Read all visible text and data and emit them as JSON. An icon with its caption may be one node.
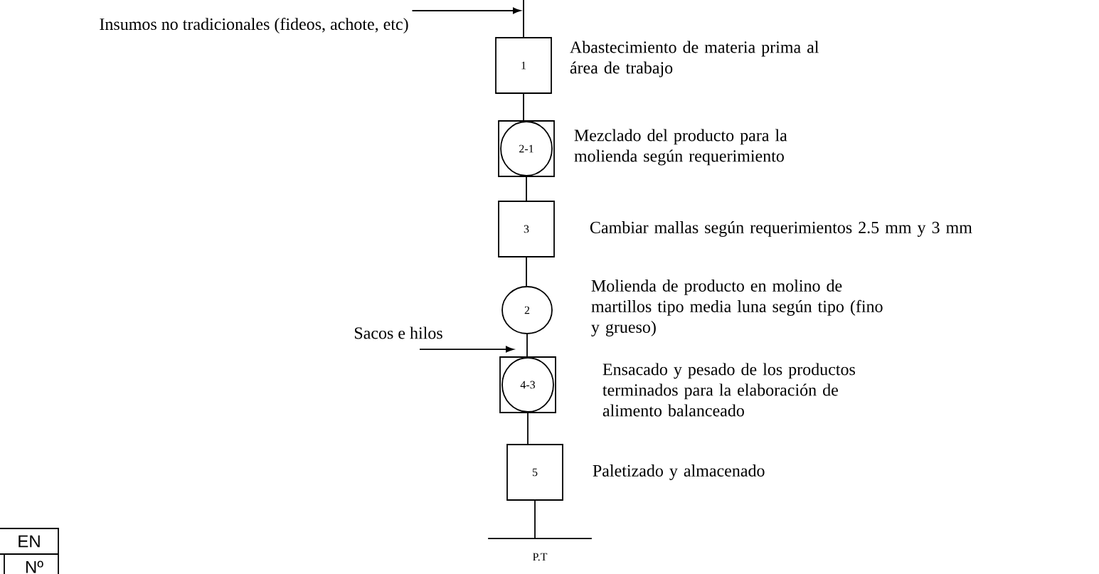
{
  "diagram": {
    "nodes": [
      {
        "text": [
          "Insumos no tradicionales (fideos, achote, etc)"
        ]
      },
      {
        "text": [
          "1"
        ],
        "beside": [
          "Abastecimiento de materia prima al área de trabajo"
        ]
      },
      {
        "text": [
          "2-1"
        ],
        "beside": [
          "Mezclado del producto para la molienda según requerimiento"
        ]
      },
      {
        "text": [
          "3"
        ],
        "beside": [
          "Cambiar mallas según requerimientos 2.5 mm y 3 mm"
        ]
      },
      {
        "text": [
          "2"
        ],
        "beside": [
          "Molienda de producto en molino de martillos tipo media luna según tipo (fino y grueso)"
        ]
      },
      {
        "text": [
          "Sacos e hilos"
        ]
      },
      {
        "text": [
          "4-3"
        ],
        "beside": [
          "Ensacado y pesado de los productos terminados para la elaboración de alimento balanceado"
        ]
      },
      {
        "text": [
          "5"
        ],
        "beside": [
          "Paletizado y almacenado"
        ]
      },
      {
        "text": [
          "P.T"
        ]
      }
    ],
    "edges": [
      {
        "from": 0,
        "to": null,
        "arrow": "to"
      },
      {
        "from": null,
        "to": 1,
        "arrow": "none"
      },
      {
        "from": 1,
        "to": 2,
        "arrow": "none"
      },
      {
        "from": 2,
        "to": 3,
        "arrow": "none"
      },
      {
        "from": 3,
        "to": 4,
        "arrow": "none"
      },
      {
        "from": 4,
        "to": 6,
        "arrow": "none"
      },
      {
        "from": 5,
        "to": 6,
        "arrow": "to"
      },
      {
        "from": 6,
        "to": 7,
        "arrow": "none"
      },
      {
        "from": 7,
        "to": 8,
        "arrow": "none"
      }
    ],
    "labels": [
      "EN",
      "Nº"
    ]
  }
}
